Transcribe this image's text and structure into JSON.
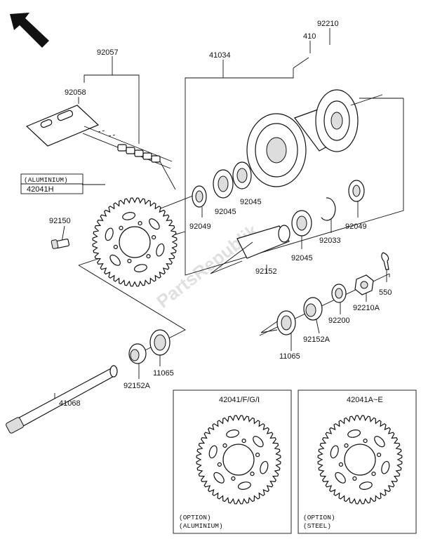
{
  "labels": {
    "p92210": "92210",
    "p410": "410",
    "p92057": "92057",
    "p41034": "41034",
    "p92058": "92058",
    "p42041H": "42041H",
    "p92150": "92150",
    "p92049a": "92049",
    "p92045a": "92045",
    "p92045b": "92045",
    "p92049b": "92049",
    "p92033": "92033",
    "p92045c": "92045",
    "p92152": "92152",
    "p550": "550",
    "p92210A": "92210A",
    "p92200": "92200",
    "p92152Aa": "92152A",
    "p11065a": "11065",
    "p11065b": "11065",
    "p92152Ab": "92152A",
    "p41068": "41068",
    "p42041FGI": "42041/F/G/I",
    "p42041AE": "42041A~E"
  },
  "notes": {
    "aluminium_box": "(ALUMINIUM)",
    "option_alu_1": "(OPTION)",
    "option_alu_2": "(ALUMINIUM)",
    "option_steel_1": "(OPTION)",
    "option_steel_2": "(STEEL)"
  },
  "watermark": "PartsRepublik"
}
